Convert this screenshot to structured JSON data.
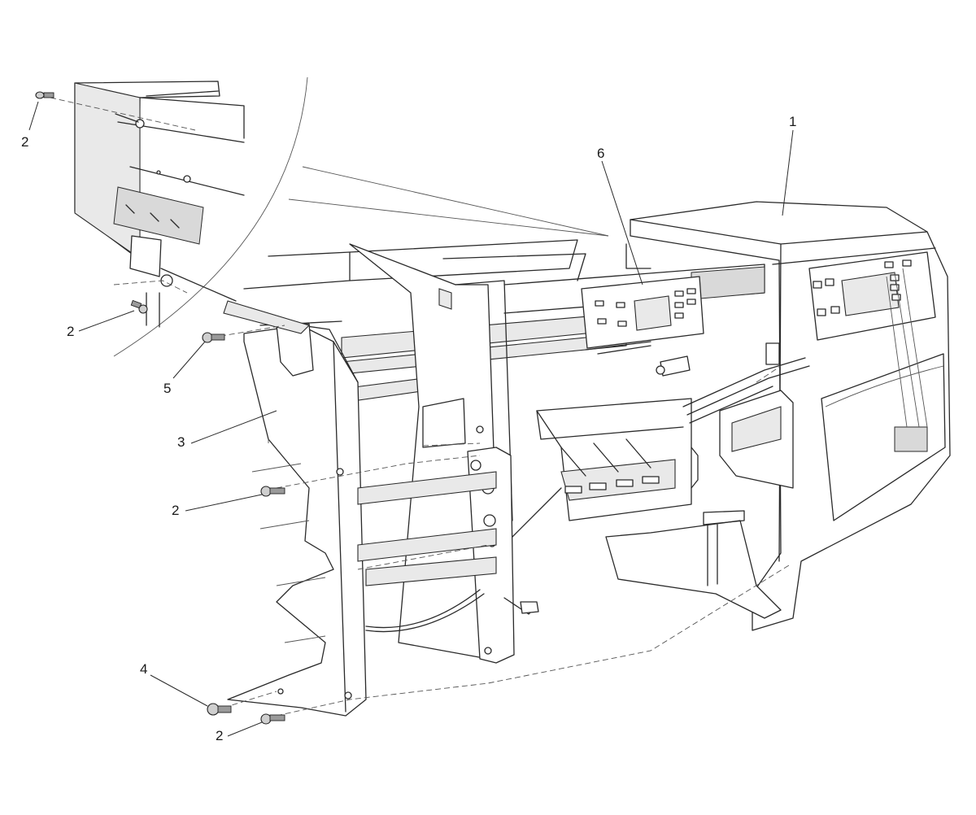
{
  "callouts": {
    "c1": "1",
    "c6": "6",
    "c2_top": "2",
    "c2_mid": "2",
    "c5": "5",
    "c3": "3",
    "c2_left": "2",
    "c4": "4",
    "c2_bottom": "2"
  },
  "icons": {
    "screw": "screw-icon"
  }
}
